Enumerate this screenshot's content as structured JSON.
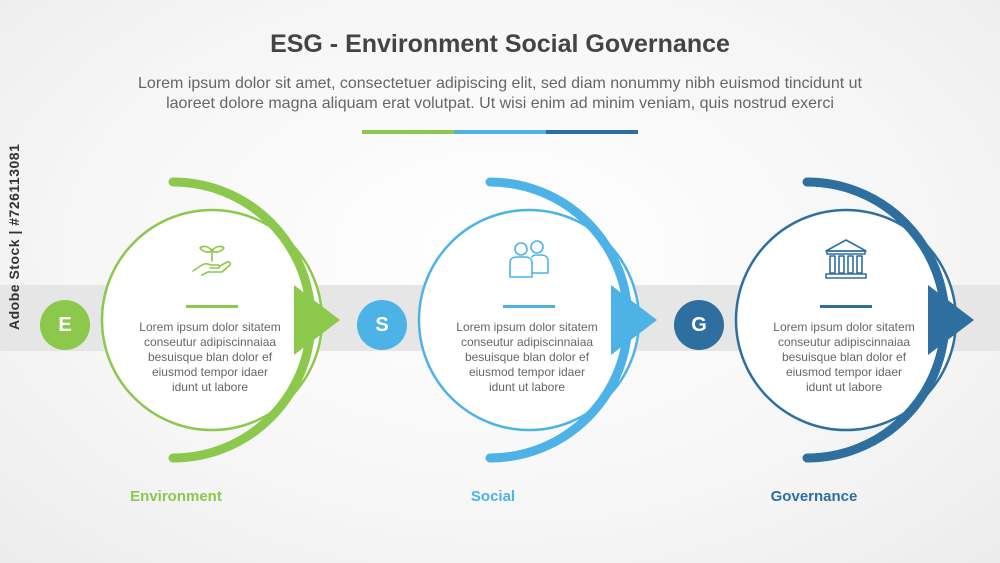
{
  "header": {
    "title": "ESG - Environment Social Governance",
    "subtitle_line1": "Lorem ipsum dolor sit amet, consectetuer adipiscing elit, sed diam nonummy nibh euismod tincidunt ut",
    "subtitle_line2": "laoreet dolore magna aliquam erat volutpat. Ut wisi enim ad minim veniam, quis nostrud exerci"
  },
  "colors": {
    "environment": "#8cc84b",
    "social": "#4db3e6",
    "governance": "#2e6fa0",
    "band": "#e6e6e6"
  },
  "items": [
    {
      "letter": "E",
      "icon": "plant-hand-icon",
      "desc": [
        "Lorem ipsum dolor sitatem",
        "conseutur adipiscinnaiaa",
        "besuisque blan dolor ef",
        "eiusmod tempor idaer",
        "idunt ut labore"
      ],
      "label": "Environment"
    },
    {
      "letter": "S",
      "icon": "people-icon",
      "desc": [
        "Lorem ipsum dolor sitatem",
        "conseutur adipiscinnaiaa",
        "besuisque blan dolor ef",
        "eiusmod tempor idaer",
        "idunt ut labore"
      ],
      "label": "Social"
    },
    {
      "letter": "G",
      "icon": "bank-building-icon",
      "desc": [
        "Lorem ipsum dolor sitatem",
        "conseutur adipiscinnaiaa",
        "besuisque blan dolor ef",
        "eiusmod tempor idaer",
        "idunt ut labore"
      ],
      "label": "Governance"
    }
  ],
  "watermark": "Adobe Stock | #726113081"
}
